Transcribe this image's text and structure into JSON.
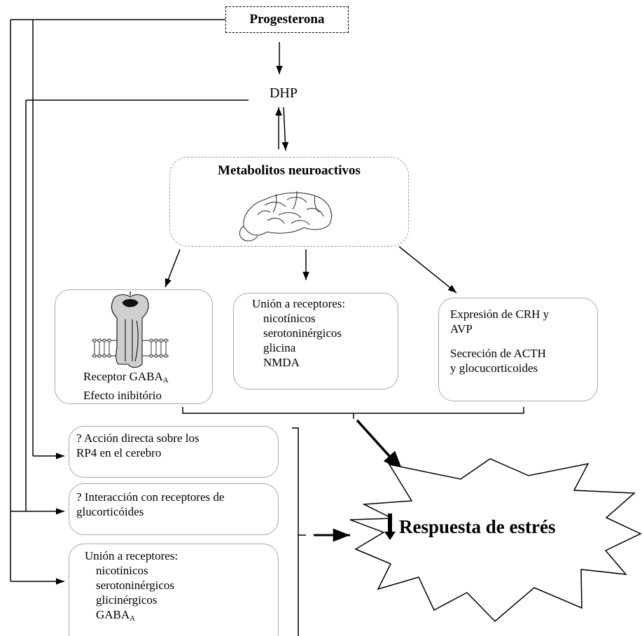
{
  "progesterona": "Progesterona",
  "dhp": "DHP",
  "metabolitos": {
    "title": "Metabolitos neuroactivos",
    "brain_icon": "sheep-brain-sketch-icon"
  },
  "gaba_box": {
    "receptor_icon": "gaba-receptor-channel-icon",
    "line1_main": "Receptor GABA",
    "line1_sub": "A",
    "line2": "Efecto inibitório"
  },
  "union_box_1": {
    "title": "Unión a  receptores:",
    "items": [
      "nicotínicos",
      "serotoninérgicos",
      "glicina",
      "NMDA"
    ]
  },
  "crh_box": {
    "line1a": "Expresión de CRH y",
    "line1b": "AVP",
    "line2a": "Secreción de ACTH",
    "line2b": "y glocucorticoides"
  },
  "accion_box": {
    "line1": "? Acción directa sobre los",
    "line2": "RP4 en el cerebro"
  },
  "interaccion_box": {
    "line1": "? Interacción con receptores de",
    "line2": "glucorticóides"
  },
  "union_box_2": {
    "title": "Unión a  receptores:",
    "items": [
      "nicotínicos",
      "serotoninérgicos",
      "glicinérgicos"
    ],
    "last_main": "GABA",
    "last_sub": "A"
  },
  "respuesta": "Respuesta de estrés"
}
